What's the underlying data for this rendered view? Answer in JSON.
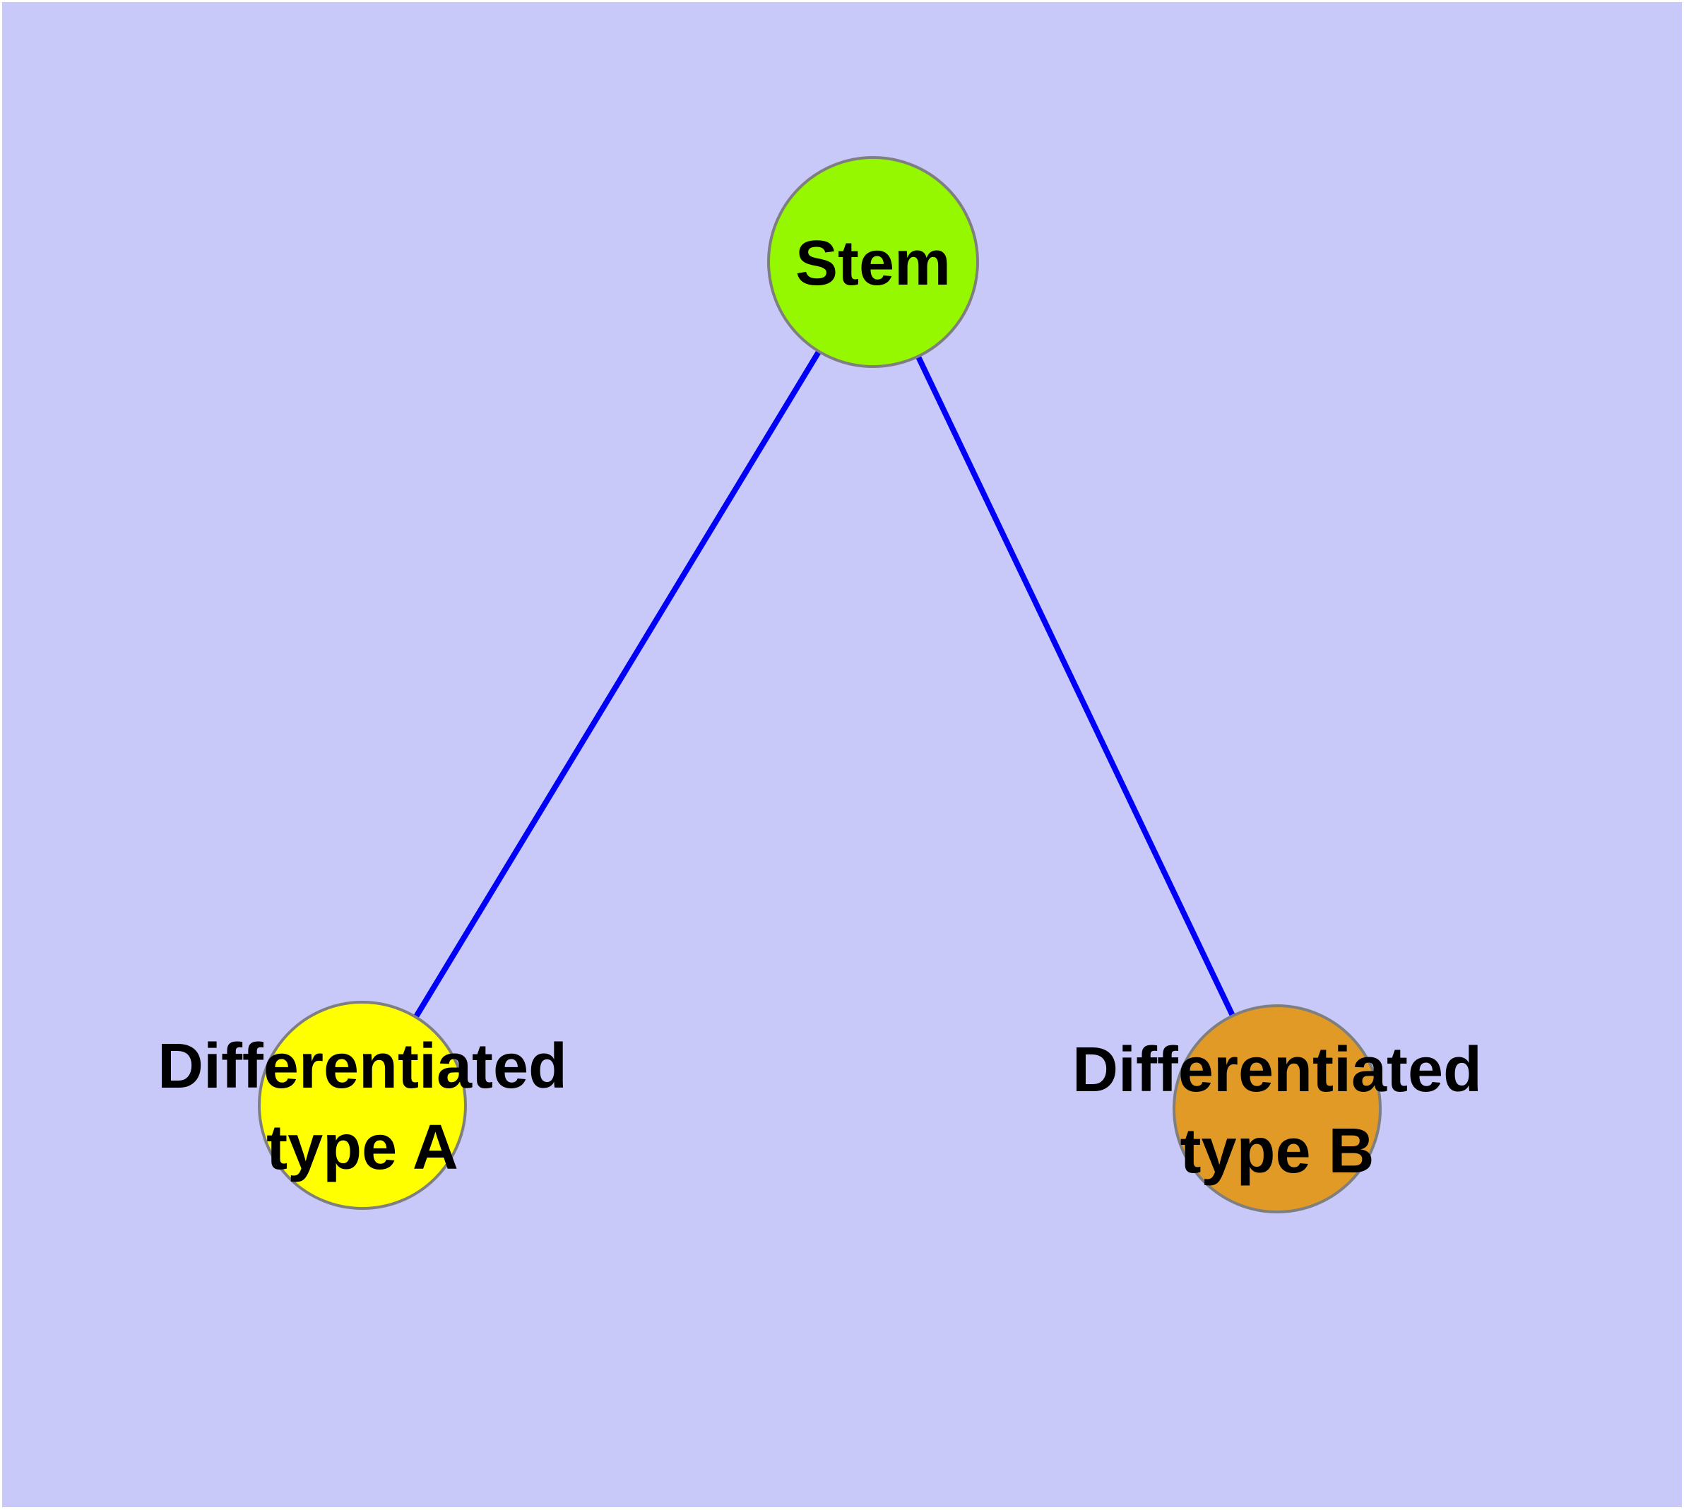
{
  "canvas": {
    "margin_color": "#FFFFFF",
    "background_color": "#C9C9F9"
  },
  "graph": {
    "edge_color": "#0000F8",
    "node_border_color": "#7F7F7F",
    "label_color": "#000000",
    "nodes": [
      {
        "id": "stem",
        "label": "Stem",
        "fill": "#95F800"
      },
      {
        "id": "differentiated-type-a",
        "label_line1": "Differentiated",
        "label_line2": "type A",
        "fill": "#FFFF00"
      },
      {
        "id": "differentiated-type-b",
        "label_line1": "Differentiated",
        "label_line2": "type B",
        "fill": "#E29A27"
      }
    ],
    "edges": [
      {
        "from": "Stem",
        "to": "Differentiated type A"
      },
      {
        "from": "Stem",
        "to": "Differentiated type B"
      }
    ]
  }
}
